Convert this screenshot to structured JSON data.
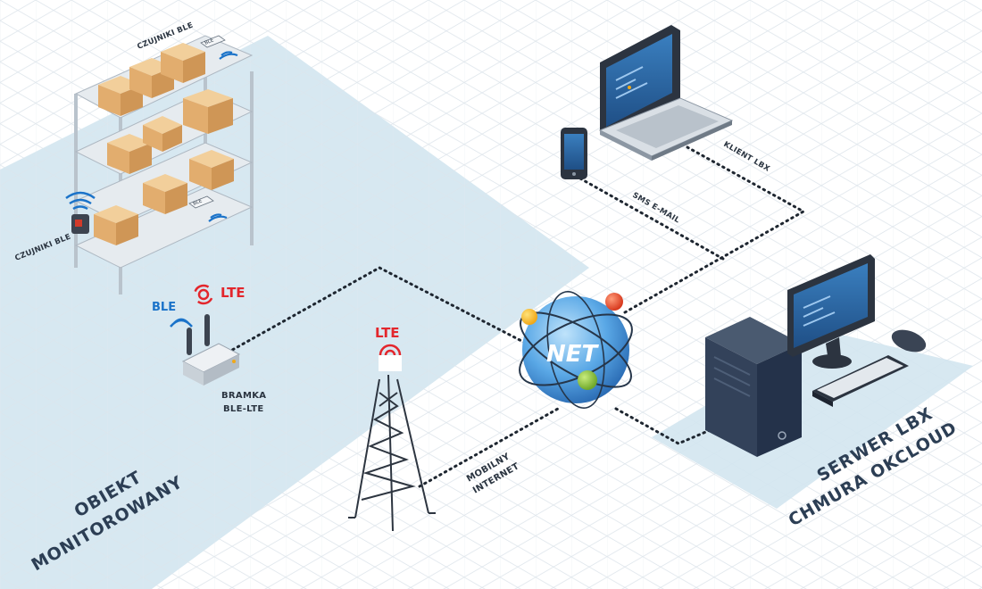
{
  "labels": {
    "ble_sensors_top": "CZUJNIKI BLE",
    "ble_sensors_left": "CZUJNIKI BLE",
    "sensor_tag": "BLE",
    "gateway_ble": "BLE",
    "gateway_lte": "LTE",
    "gateway_name_line1": "BRAMKA",
    "gateway_name_line2": "BLE-LTE",
    "tower_lte": "LTE",
    "mobile_internet_line1": "MOBILNY",
    "mobile_internet_line2": "INTERNET",
    "net": "NET",
    "sms_email": "SMS E-MAIL",
    "client": "KLIENT LBX",
    "server_line1": "SERWER LBX",
    "server_line2": "CHMURA OKCLOUD",
    "object_line1": "OBIEKT",
    "object_line2": "MONITOROWANY"
  },
  "colors": {
    "zone_fill": "#d3e5f0",
    "grid_line": "#dfe6ec",
    "connection": "#1e2630",
    "lte_red": "#e3262c",
    "ble_blue": "#1b73c9",
    "server_dark": "#2f3b4e",
    "globe_blue": "#4a9fe0"
  }
}
